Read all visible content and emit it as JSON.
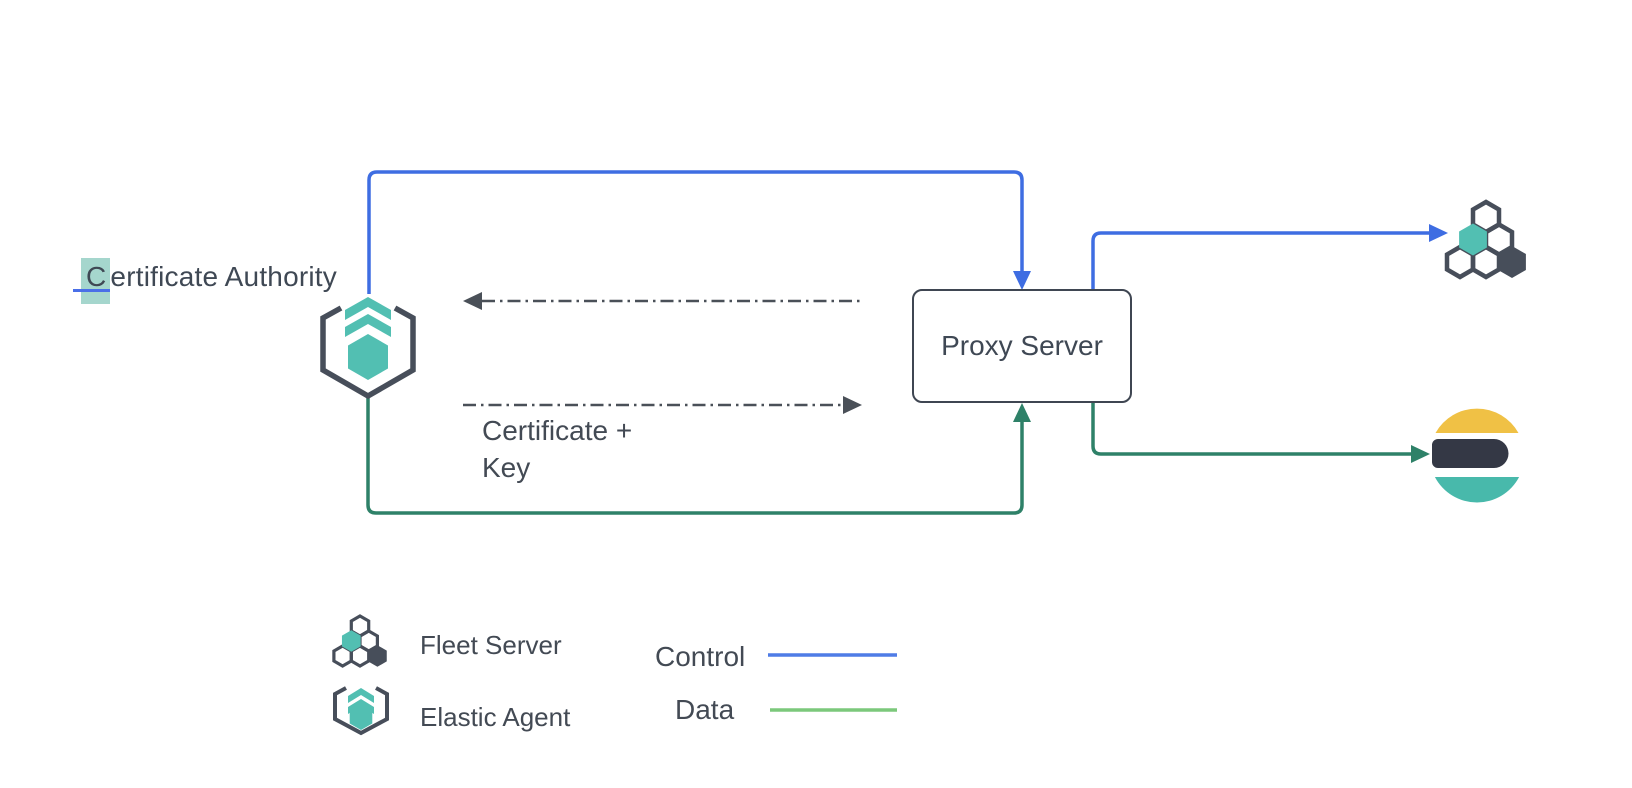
{
  "labels": {
    "certificate_authority": {
      "highlighted": "C",
      "rest": "ertificate Authority"
    },
    "proxy_server": "Proxy Server",
    "certificate_key": {
      "line1": "Certificate +",
      "line2": "Key"
    }
  },
  "legend": {
    "items": [
      {
        "icon": "fleet-server-icon",
        "label": "Fleet Server"
      },
      {
        "icon": "elastic-agent-icon",
        "label": "Elastic Agent"
      }
    ],
    "lines": [
      {
        "label": "Control",
        "color": "#4f7ce6"
      },
      {
        "label": "Data",
        "color": "#7cc87b"
      }
    ]
  },
  "colors": {
    "control_line": "#3e6de2",
    "data_line": "#2e8168",
    "dashed_line": "#4a5058",
    "teal": "#52bfb2",
    "dark_slate": "#474e5a",
    "es_yellow": "#f0c145",
    "es_dark": "#343845",
    "es_teal": "#48b9ab",
    "selection_highlight": "#a5d6cd",
    "selection_underline": "#4a6fe8",
    "text": "#3f4854"
  }
}
